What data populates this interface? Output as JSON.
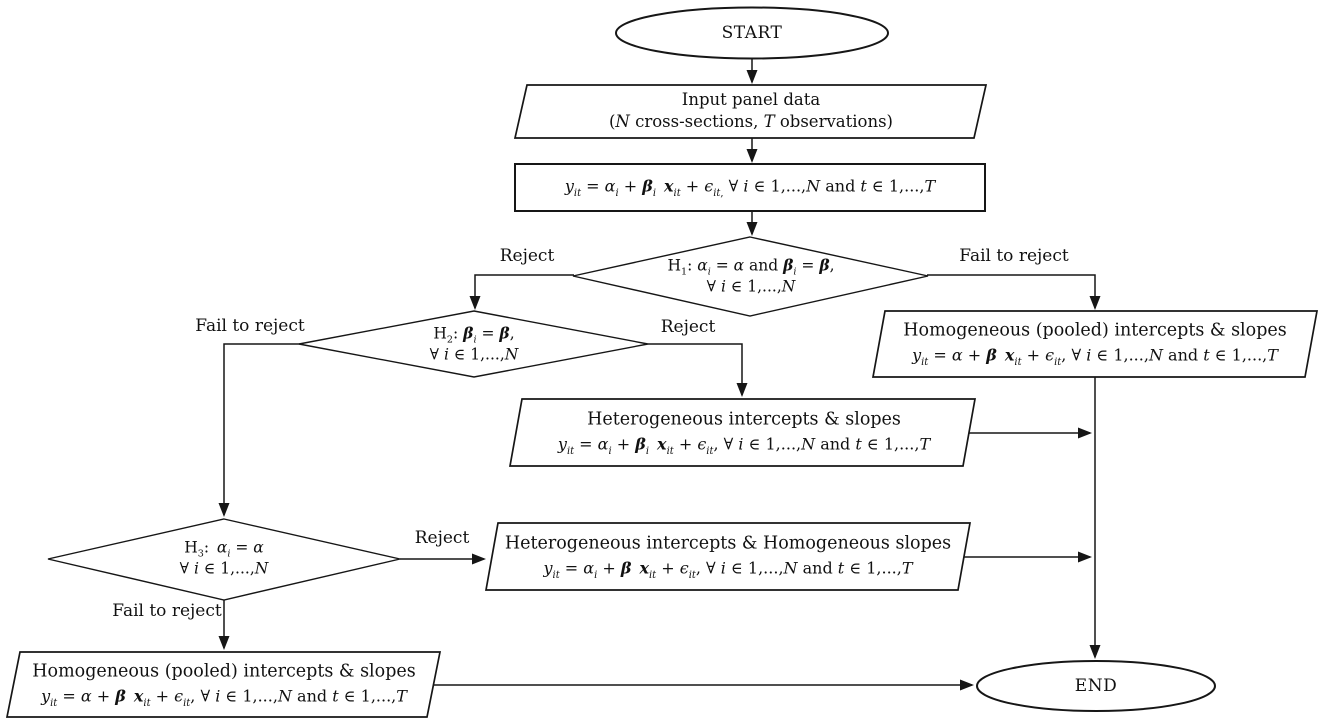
{
  "colors": {
    "stroke": "#161616",
    "fill": "#ffffff",
    "text": "#111111"
  },
  "nodes": {
    "start": {
      "label": "START"
    },
    "end": {
      "label": "END"
    },
    "input_data": {
      "line1": "Input panel data",
      "line2": "(*N* cross-sections, *T* observations)"
    },
    "panel_model": {
      "formula": "*y*_{*it*} = *α*_{*i*} + **β**_{*i*} **x**_{*it*} + *ϵ*_{*it*,} ∀ *i* ∈ 1,...,*N* and *t* ∈ 1,...,*T*"
    },
    "h1": {
      "line1": "H_{1}: *α*_{*i*} = *α* and **β**_{*i*} = **β**,",
      "line2": "∀ *i* ∈ 1,...,*N*"
    },
    "h2": {
      "line1": "H_{2}: **β**_{*i*} = **β**,",
      "line2": "∀ *i* ∈ 1,...,*N*"
    },
    "h3": {
      "line1": "H_{3}: *α*_{*i*} = *α*",
      "line2": "∀ *i* ∈ 1,...,*N*"
    },
    "pooled_top": {
      "title": "Homogeneous (pooled) intercepts & slopes",
      "formula": "*y*_{*it*} = *α* + **β** **x**_{*it*} + *ϵ*_{*it*}, ∀ *i* ∈ 1,...,*N* and *t* ∈ 1,...,*T*"
    },
    "heterogeneous": {
      "title": "Heterogeneous intercepts & slopes",
      "formula": "*y*_{*it*} = *α*_{*i*} + **β**_{*i*} **x**_{*it*} + *ϵ*_{*it*}, ∀ *i* ∈ 1,...,*N* and *t* ∈ 1,...,*T*"
    },
    "hetero_homo": {
      "title": "Heterogeneous intercepts & Homogeneous slopes",
      "formula": "*y*_{*it*} = *α*_{*i*} + **β** **x**_{*it*} + *ϵ*_{*it*}, ∀ *i* ∈ 1,...,*N* and *t* ∈ 1,...,*T*"
    },
    "pooled_bottom": {
      "title": "Homogeneous (pooled) intercepts & slopes",
      "formula": "*y*_{*it*} = *α* + **β** **x**_{*it*} + *ϵ*_{*it*}, ∀ *i* ∈ 1,...,*N* and *t* ∈ 1,...,*T*"
    }
  },
  "edge_labels": {
    "h1_reject": "Reject",
    "h1_fail": "Fail to reject",
    "h2_fail": "Fail to reject",
    "h2_reject": "Reject",
    "h3_reject": "Reject",
    "h3_fail": "Fail to reject"
  }
}
